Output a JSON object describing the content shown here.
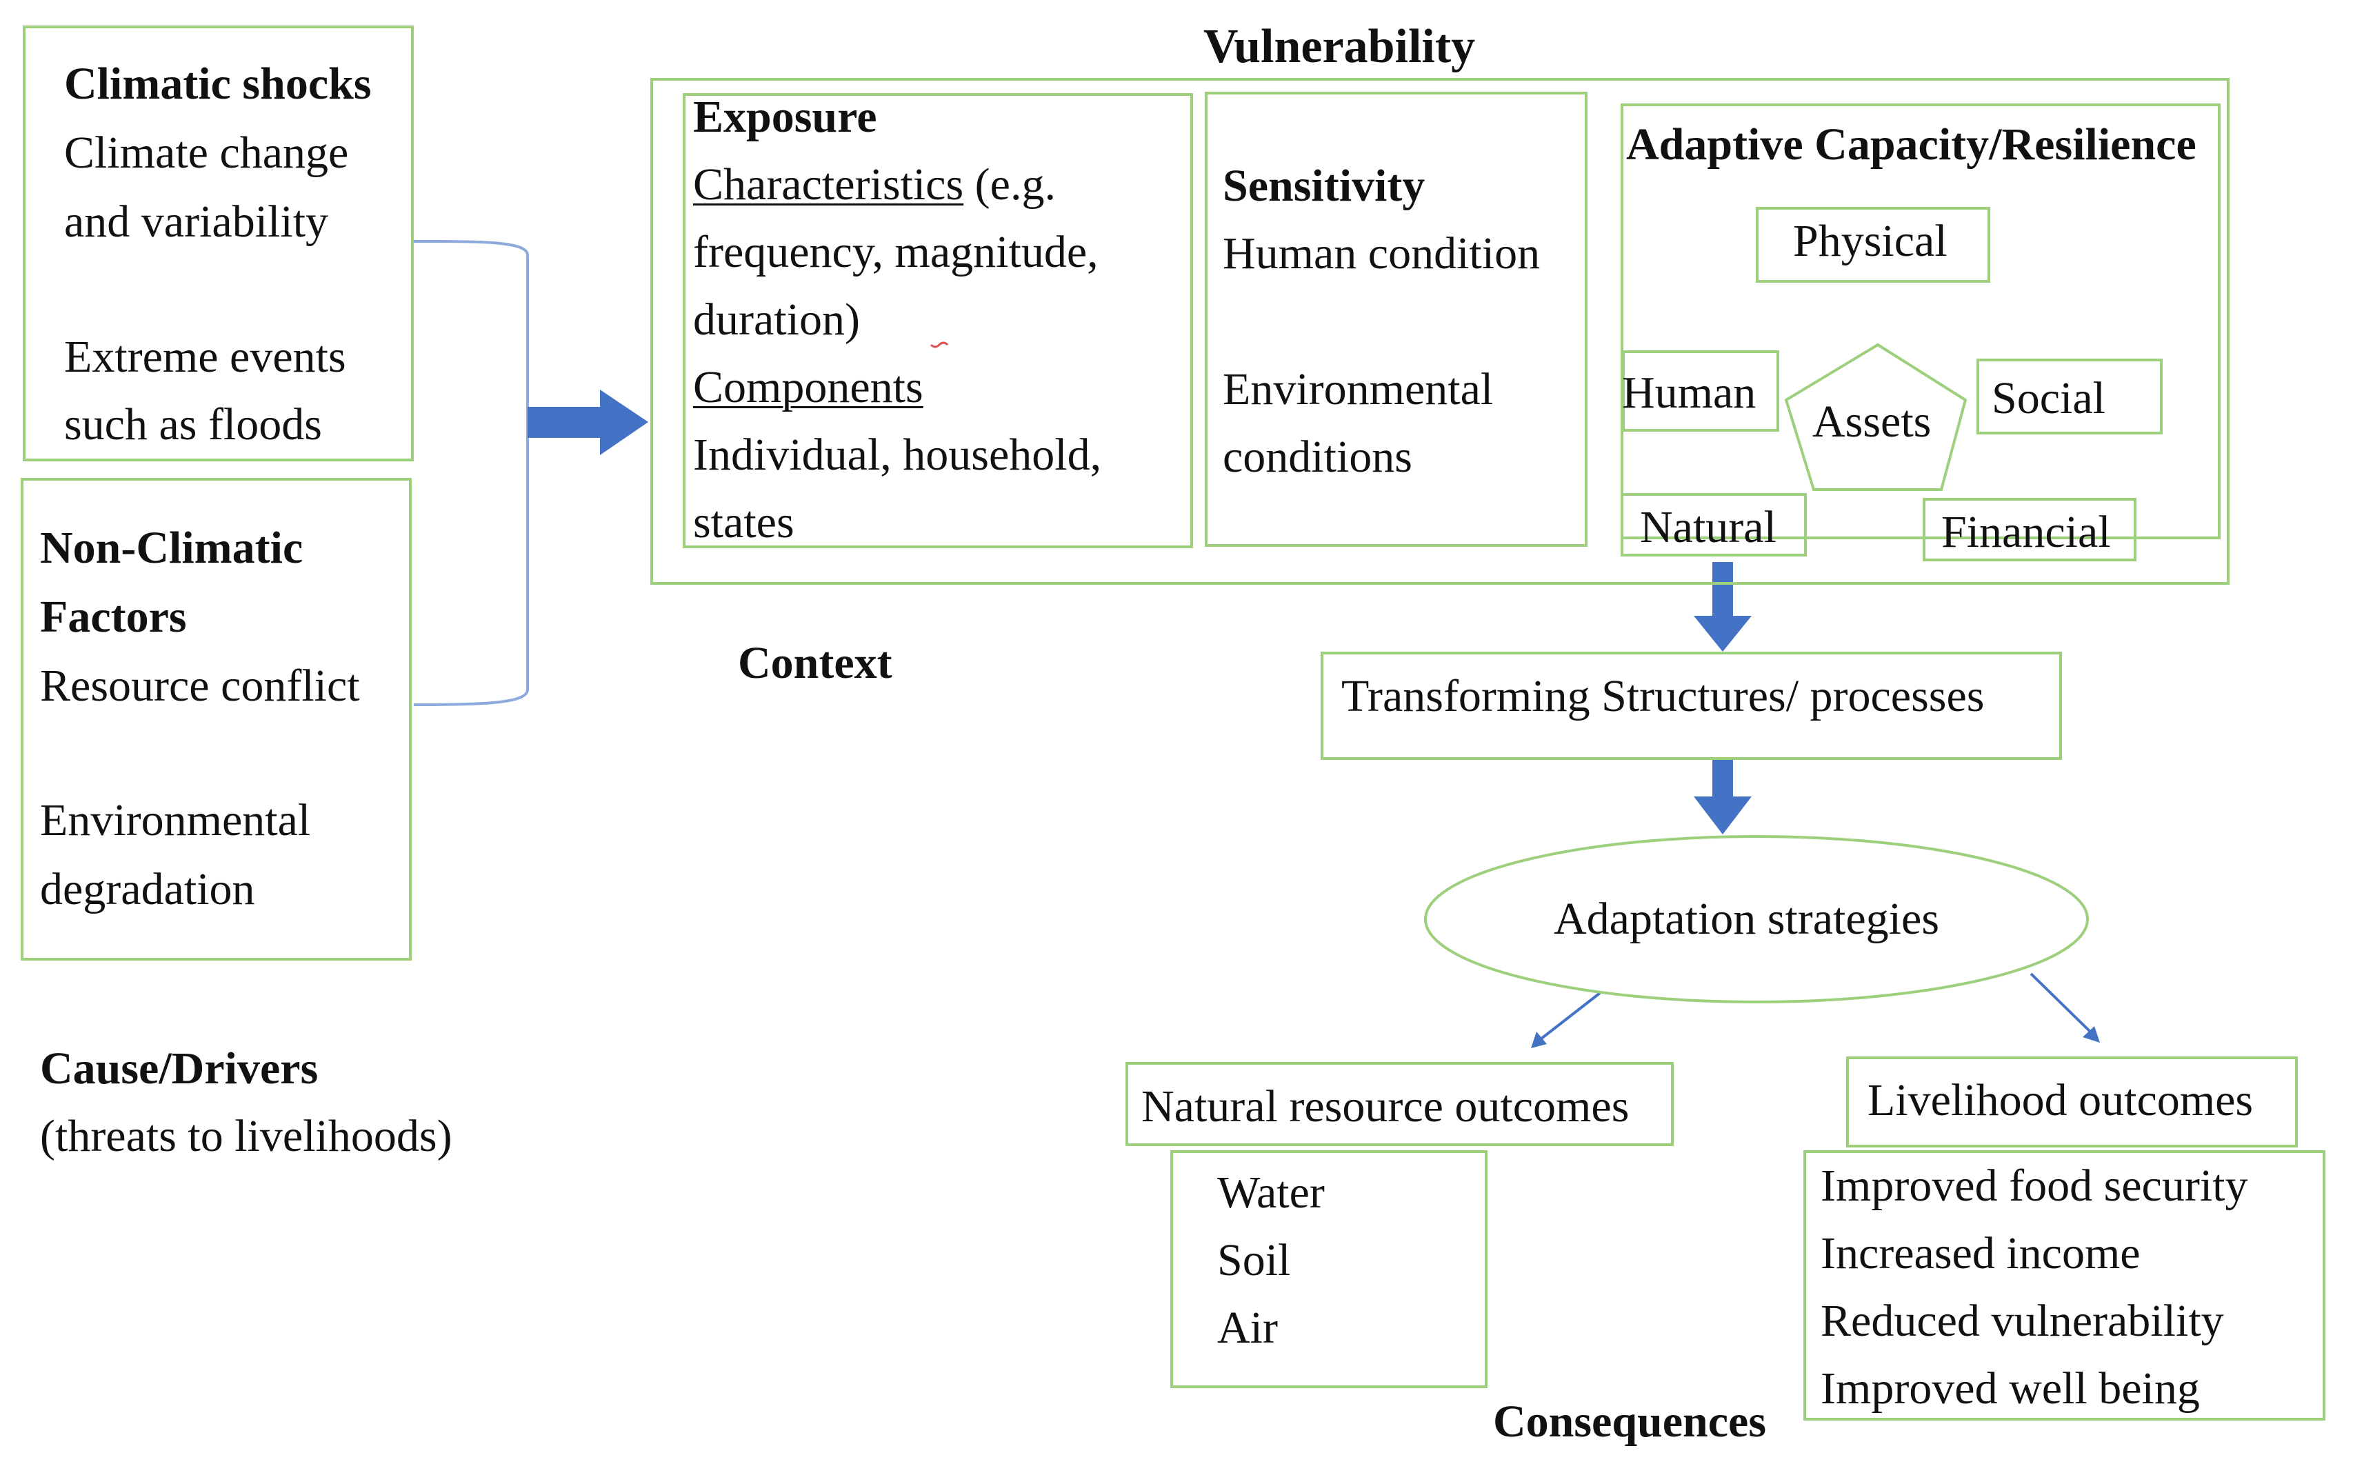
{
  "vulnerability": {
    "title": "Vulnerability"
  },
  "climatic_shocks": {
    "title": "Climatic shocks",
    "lines": [
      "Climate change",
      "and variability",
      "Extreme events",
      "such as floods"
    ]
  },
  "non_climatic": {
    "title_lines": [
      "Non-Climatic",
      "Factors"
    ],
    "lines": [
      "Resource conflict",
      "Environmental",
      "degradation"
    ]
  },
  "cause": {
    "title": "Cause/Drivers",
    "subtitle": "(threats to livelihoods)"
  },
  "exposure": {
    "title": "Exposure",
    "characteristics": "Characteristics",
    "char_rest": " (e.g.",
    "lines1": [
      "frequency, magnitude,",
      "duration)"
    ],
    "components": "Components",
    "lines2": [
      "Individual, household,",
      "states"
    ]
  },
  "sensitivity": {
    "title": "Sensitivity",
    "lines": [
      "Human condition",
      "Environmental",
      "conditions"
    ]
  },
  "adaptive": {
    "title": "Adaptive Capacity/Resilience",
    "physical": "Physical",
    "human": "Human",
    "assets": "Assets",
    "social": "Social",
    "natural": "Natural",
    "financial": "Financial"
  },
  "context": {
    "label": "Context"
  },
  "transforming": {
    "label": "Transforming Structures/ processes"
  },
  "adaptation": {
    "label": "Adaptation strategies"
  },
  "natural_outcomes": {
    "title": "Natural resource outcomes",
    "items": [
      "Water",
      "Soil",
      "Air"
    ]
  },
  "livelihood_outcomes": {
    "title": "Livelihood outcomes",
    "items": [
      "Improved food security",
      "Increased income",
      "Reduced vulnerability",
      "Improved well being"
    ]
  },
  "consequences": {
    "label": "Consequences"
  },
  "colors": {
    "box_border": "#9dcf7c",
    "arrow": "#4472c4",
    "connector": "#8ea9db"
  }
}
